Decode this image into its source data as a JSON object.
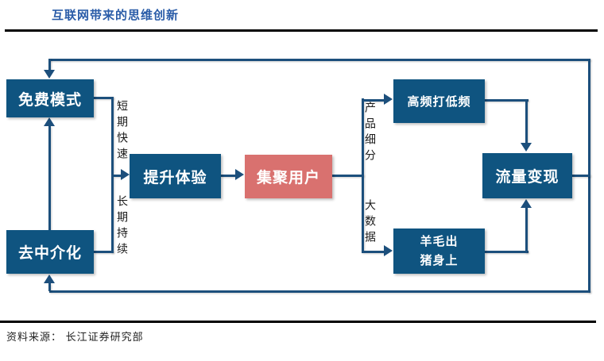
{
  "header": {
    "title": "互联网带来的思维创新"
  },
  "footer": {
    "source": "资料来源： 长江证券研究部"
  },
  "colors": {
    "box_blue": "#0F5480",
    "box_red": "#D9716F",
    "line_blue": "#1C4F7C",
    "title_blue": "#2A5CA8"
  },
  "nodes": {
    "free_model": "免费模式",
    "disintermediation": "去中介化",
    "improve_experience": "提升体验",
    "aggregate_users": "集聚用户",
    "high_freq_beats_low": "高频打低频",
    "wool_line1": "羊毛出",
    "wool_line2": "猪身上",
    "traffic_monetization": "流量变现"
  },
  "edge_labels": {
    "short_term_fast": "短期快速",
    "long_term_sustained": "长期持续",
    "product_segmentation": "产品细分",
    "big_data": "大数据"
  }
}
